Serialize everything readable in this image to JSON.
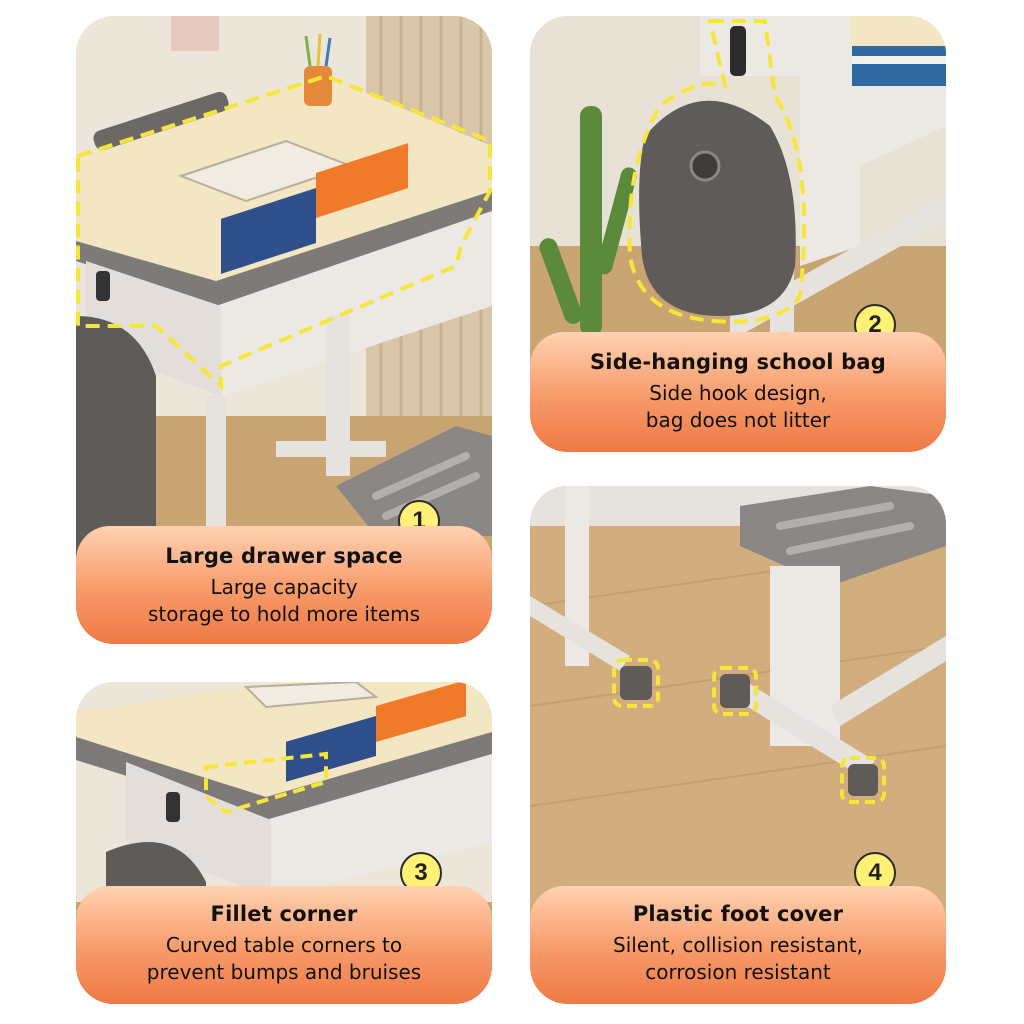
{
  "colors": {
    "highlight_dash": "#f5e63a",
    "caption_top": "#ffd2b2",
    "caption_bottom": "#ef7a45",
    "badge_fill": "#fff176"
  },
  "features": [
    {
      "number": "1",
      "title": "Large drawer space",
      "desc_line1": "Large capacity",
      "desc_line2": "storage to hold more items"
    },
    {
      "number": "2",
      "title": "Side-hanging school bag",
      "desc_line1": "Side hook design,",
      "desc_line2": "bag does not litter"
    },
    {
      "number": "3",
      "title": "Fillet corner",
      "desc_line1": "Curved table corners to",
      "desc_line2": "prevent bumps and bruises"
    },
    {
      "number": "4",
      "title": "Plastic foot cover",
      "desc_line1": "Silent, collision resistant,",
      "desc_line2": "corrosion resistant"
    }
  ]
}
